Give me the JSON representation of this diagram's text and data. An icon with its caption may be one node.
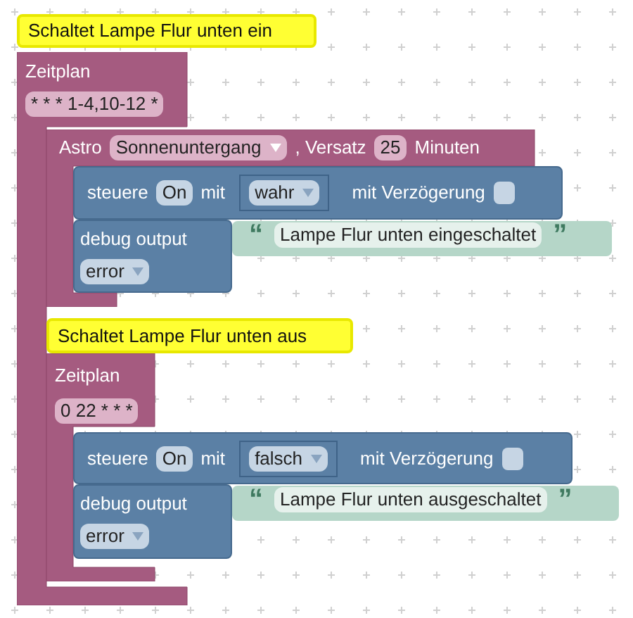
{
  "diagram": {
    "nodes": [
      {
        "text": [
          "Schaltet Lampe Flur unten ein"
        ]
      },
      {
        "text": [
          "Zeitplan",
          "* * * 1-4,10-12 *"
        ]
      },
      {
        "text": [
          "Astro",
          "Sonnenuntergang",
          ", Versatz",
          "25",
          "Minuten"
        ]
      },
      {
        "text": [
          "steuere",
          "On",
          "mit",
          "wahr",
          "mit Verzögerung"
        ]
      },
      {
        "text": [
          "debug output",
          "error"
        ]
      },
      {
        "text": [
          "“",
          "Lampe Flur unten eingeschaltet",
          "”"
        ]
      },
      {
        "text": [
          "Schaltet Lampe Flur unten aus"
        ]
      },
      {
        "text": [
          "Zeitplan",
          "0 22 * * *"
        ]
      },
      {
        "text": [
          "steuere",
          "On",
          "mit",
          "falsch",
          "mit Verzögerung"
        ]
      },
      {
        "text": [
          "debug output",
          "error"
        ]
      },
      {
        "text": [
          "“",
          "Lampe Flur unten ausgeschaltet",
          "”"
        ]
      }
    ],
    "edges": []
  }
}
